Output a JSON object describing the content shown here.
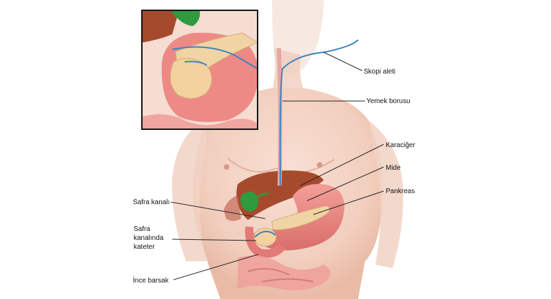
{
  "labels": {
    "endoscope": "Skopi aleti",
    "esophagus": "Yemek borusu",
    "liver": "Karaciğer",
    "stomach": "Mide",
    "pancreas": "Pankreas",
    "bile_duct": "Safra kanalı",
    "catheter_line1": "Safra",
    "catheter_line2": "kanalında",
    "catheter_line3": "kateter",
    "small_intestine": "İnce barsak"
  },
  "colors": {
    "skin": "#f3d3c4",
    "skin_shadow": "#e4b3a0",
    "stomach": "#ee8a86",
    "liver": "#a64a2e",
    "pancreas": "#f1d4a4",
    "gallbladder": "#2f9b3c",
    "scope": "#3c83c2",
    "leader": "#222222",
    "inset_border": "#111111"
  }
}
